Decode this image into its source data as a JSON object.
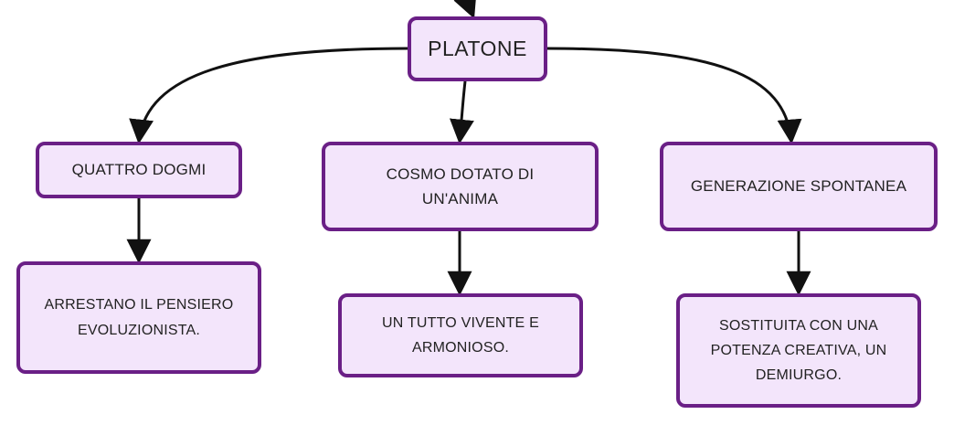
{
  "map": {
    "root": "PLATONE",
    "branches": [
      {
        "label": "QUATTRO DOGMI",
        "child": "ARRESTANO IL PENSIERO EVOLUZIONISTA."
      },
      {
        "label": "COSMO DOTATO DI UN'ANIMA",
        "child": "UN TUTTO VIVENTE E ARMONIOSO."
      },
      {
        "label": "GENERAZIONE SPONTANEA",
        "child": "SOSTITUITA CON UNA POTENZA CREATIVA, UN DEMIURGO."
      }
    ]
  },
  "colors": {
    "node_fill": "#f3e5fb",
    "node_border": "#6a1f86",
    "connector": "#111111",
    "text": "#222222"
  }
}
